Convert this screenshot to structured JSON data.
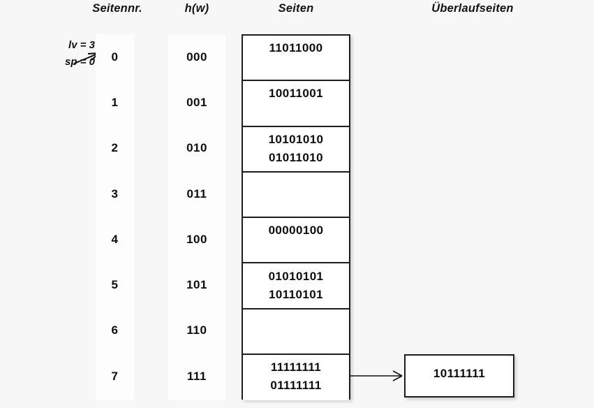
{
  "headers": {
    "seitennr": "Seitennr.",
    "hw": "h(w)",
    "seiten": "Seiten",
    "ueberlaufseiten": "Überlaufseiten"
  },
  "params": {
    "lv": "lv = 3",
    "sp": "sp = 0"
  },
  "colors": {
    "page_background": "#f7f7f7",
    "column_band": "#fdfdfd",
    "box_fill": "#ffffff",
    "box_border": "#1c1c1c",
    "text": "#0d0d0d"
  },
  "rows": [
    {
      "seitennr": "0",
      "hw": "000",
      "seiten": [
        "11011000"
      ]
    },
    {
      "seitennr": "1",
      "hw": "001",
      "seiten": [
        "10011001"
      ]
    },
    {
      "seitennr": "2",
      "hw": "010",
      "seiten": [
        "10101010",
        "01011010"
      ]
    },
    {
      "seitennr": "3",
      "hw": "011",
      "seiten": []
    },
    {
      "seitennr": "4",
      "hw": "100",
      "seiten": [
        "00000100"
      ]
    },
    {
      "seitennr": "5",
      "hw": "101",
      "seiten": [
        "01010101",
        "10110101"
      ]
    },
    {
      "seitennr": "6",
      "hw": "110",
      "seiten": []
    },
    {
      "seitennr": "7",
      "hw": "111",
      "seiten": [
        "11111111",
        "01111111"
      ]
    }
  ],
  "overflow": {
    "page_values": [
      "10111111"
    ],
    "from_row": "7"
  }
}
